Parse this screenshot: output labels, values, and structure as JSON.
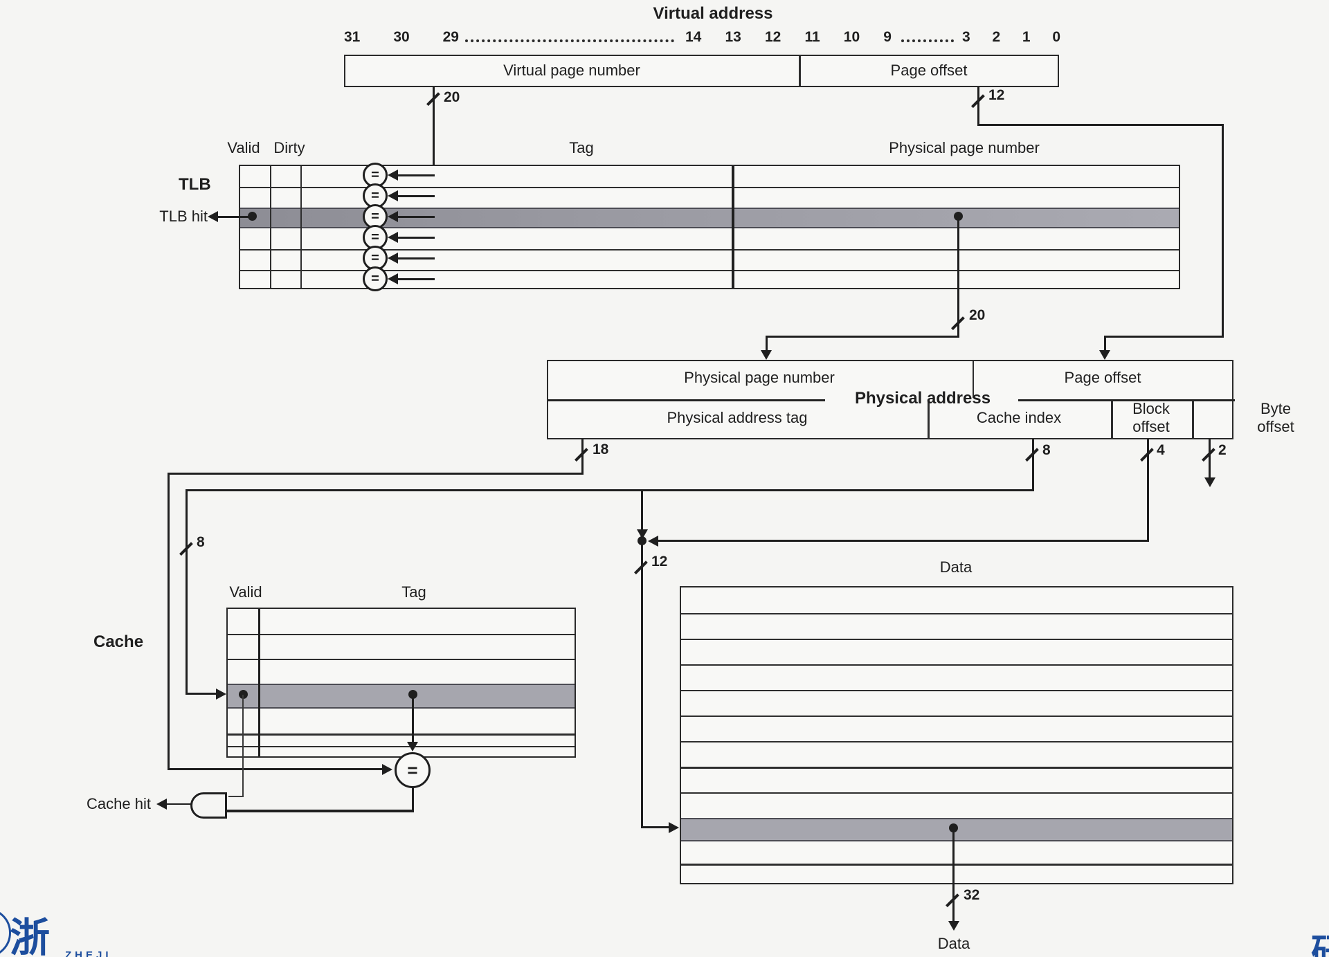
{
  "diagram": {
    "background": "#f5f5f3",
    "ink": "#1f1f1f",
    "highlight_gray": "#9a9aa2",
    "logo_blue": "#1d4e9e"
  },
  "virtual_address": {
    "title": "Virtual address",
    "bits_high": [
      "31",
      "30",
      "29"
    ],
    "bits_mid": [
      "14",
      "13",
      "12",
      "11",
      "10",
      "9"
    ],
    "bits_low": [
      "3",
      "2",
      "1",
      "0"
    ],
    "vpn_label": "Virtual page number",
    "page_offset_label": "Page offset",
    "vpn_bits": "20",
    "offset_bits": "12"
  },
  "tlb": {
    "label": "TLB",
    "hit_label": "TLB hit",
    "valid_header": "Valid",
    "dirty_header": "Dirty",
    "tag_header": "Tag",
    "ppn_header": "Physical page number",
    "ppn_bits": "20",
    "comparator": "="
  },
  "physical_address": {
    "title": "Physical address",
    "ppn_label": "Physical page number",
    "page_offset_label": "Page offset",
    "tag_label": "Physical address tag",
    "cache_index_label": "Cache index",
    "block_offset_line1": "Block",
    "block_offset_line2": "offset",
    "byte_offset_line1": "Byte",
    "byte_offset_line2": "offset",
    "tag_bits": "18",
    "cache_index_bits": "8",
    "block_offset_bits": "4",
    "byte_offset_bits": "2"
  },
  "cache": {
    "label": "Cache",
    "hit_label": "Cache hit",
    "valid_header": "Valid",
    "tag_header": "Tag",
    "index_bits": "8",
    "comparator": "="
  },
  "data_array": {
    "title": "Data",
    "index_bits": "12",
    "output_bits": "32",
    "output_label": "Data"
  },
  "branding": {
    "left_character": "浙",
    "left_caption": "ZHEJI",
    "right_character": "研"
  }
}
